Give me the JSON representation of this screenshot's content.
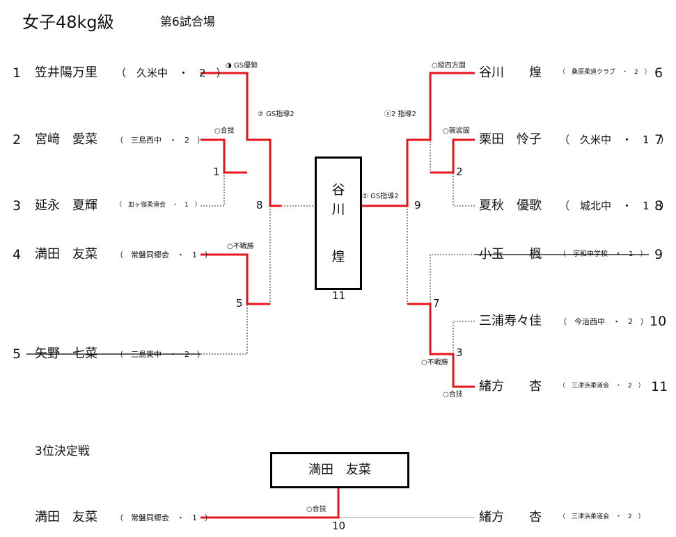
{
  "title": "女子48kg級",
  "subtitle": "第6試合場",
  "left_entries": [
    {
      "seed": "1",
      "name": "笠井陽万里",
      "school": "（　久米中　・　2　）"
    },
    {
      "seed": "2",
      "name": "宮﨑　愛菜",
      "school": "（　三島西中　・　2　）"
    },
    {
      "seed": "3",
      "name": "延永　夏輝",
      "school": "（　皿ヶ嶺柔道会　・　1　）"
    },
    {
      "seed": "4",
      "name": "満田　友菜",
      "school": "（　常盤同郷会　・　1　）"
    },
    {
      "seed": "5",
      "name": "矢野　七菜",
      "school": "（　三島東中　・　2　）"
    }
  ],
  "right_entries": [
    {
      "seed": "6",
      "name": "谷川　　煌",
      "school": "（　桑原柔道クラブ　・　2　）"
    },
    {
      "seed": "7",
      "name": "栗田　怜子",
      "school": "（　久米中　・　1　）"
    },
    {
      "seed": "8",
      "name": "夏秋　優歌",
      "school": "（　城北中　・　1　）"
    },
    {
      "seed": "9",
      "name": "小玉　　楓",
      "school": "（　宇和中学校　・　1　）"
    },
    {
      "seed": "10",
      "name": "三浦寿々佳",
      "school": "（　今治西中　・　2　）"
    },
    {
      "seed": "11",
      "name": "緒方　　杏",
      "school": "（　三津浜柔道会　・　2　）"
    }
  ],
  "match_numbers": {
    "m1": "1",
    "m2": "2",
    "m3": "3",
    "m5": "5",
    "m7": "7",
    "m8": "8",
    "m9": "9",
    "m10": "10",
    "m11": "11"
  },
  "notes": {
    "n_gs_yusei": "◑ GS優勢",
    "n_2_gs_shido": "② GS指導2",
    "n_gouwaza_1": "○合技",
    "n_fusenshou_5": "○不戦勝",
    "n_final": "② GS指導2",
    "n_s2_shido": "ⓢ2 指導2",
    "n_tateshiho": "○縦四方固",
    "n_kesagatame": "○袈裟固",
    "n_fusenshou_3": "○不戦勝",
    "n_gouwaza_3": "○合技",
    "n_gouwaza_bronze": "○合技"
  },
  "champion": [
    "谷",
    "川",
    "煌"
  ],
  "bronze": {
    "heading": "3位決定戦",
    "winner": "満田　友菜",
    "left_name": "満田　友菜",
    "left_school": "（　常盤同郷会　・　1　）",
    "right_name": "緒方　　杏",
    "right_school": "（　三津浜柔道会　・　2　）"
  },
  "colors": {
    "win_line": "#e8141b",
    "lose_line": "#555555",
    "text": "#111111"
  }
}
